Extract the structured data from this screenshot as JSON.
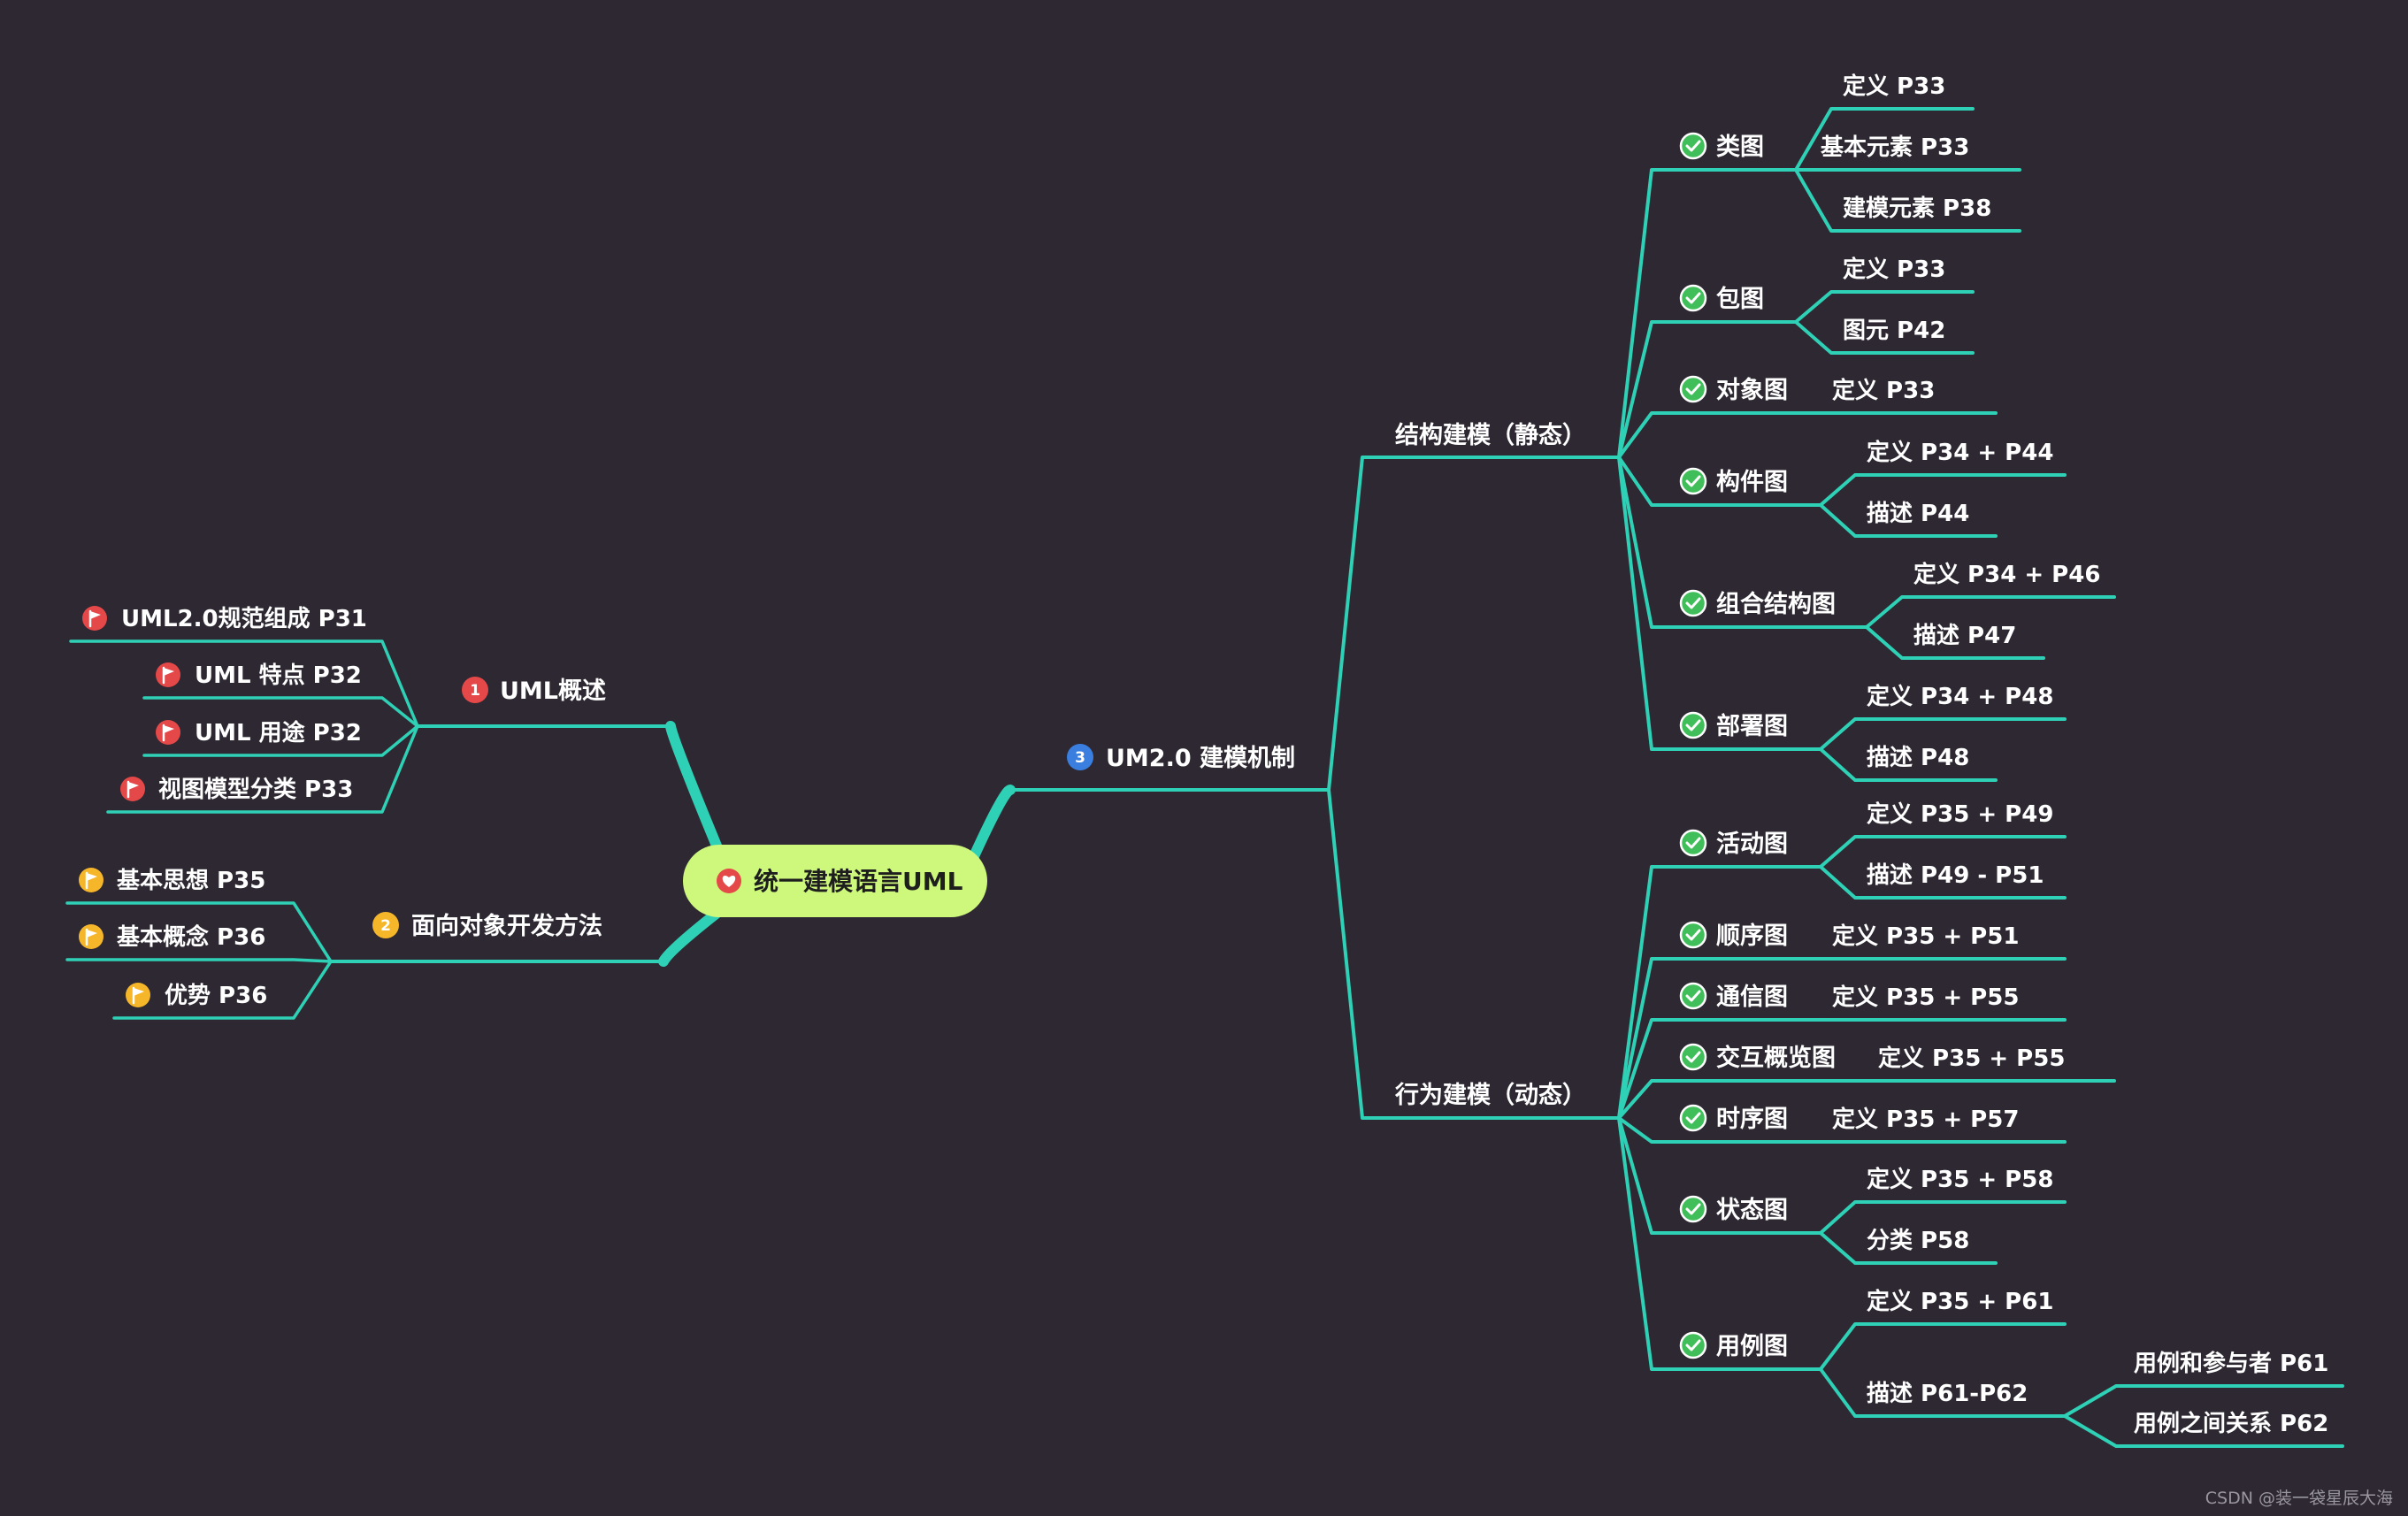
{
  "colors": {
    "background": "#2d2832",
    "line": "#2ed1b5",
    "root_fill": "#cdf87c",
    "text": "#ffffff",
    "check": "#3fbe59",
    "flag_red": "#e44848",
    "flag_yellow": "#f6b62a",
    "num_blue": "#3a7fe0"
  },
  "root": {
    "label": "统一建模语言UML",
    "icon": "heart-icon"
  },
  "left": [
    {
      "id": "b1",
      "label": "UML概述",
      "marker": "1",
      "marker_color": "flag_red",
      "children": [
        {
          "id": "l1",
          "label": "UML2.0规范组成 P31",
          "icon": "flag-icon",
          "icon_color": "flag_red"
        },
        {
          "id": "l2",
          "label": "UML 特点 P32",
          "icon": "flag-icon",
          "icon_color": "flag_red"
        },
        {
          "id": "l3",
          "label": "UML 用途 P32",
          "icon": "flag-icon",
          "icon_color": "flag_red"
        },
        {
          "id": "l4",
          "label": "视图模型分类 P33",
          "icon": "flag-icon",
          "icon_color": "flag_red"
        }
      ]
    },
    {
      "id": "b2",
      "label": "面向对象开发方法",
      "marker": "2",
      "marker_color": "flag_yellow",
      "children": [
        {
          "id": "l5",
          "label": "基本思想 P35",
          "icon": "flag-icon",
          "icon_color": "flag_yellow"
        },
        {
          "id": "l6",
          "label": "基本概念 P36",
          "icon": "flag-icon",
          "icon_color": "flag_yellow"
        },
        {
          "id": "l7",
          "label": "优势 P36",
          "icon": "flag-icon",
          "icon_color": "flag_yellow"
        }
      ]
    }
  ],
  "right": {
    "id": "b3",
    "label": "UM2.0 建模机制",
    "marker": "3",
    "marker_color": "num_blue",
    "children": [
      {
        "id": "s1",
        "label": "结构建模（静态）",
        "children": [
          {
            "id": "d1",
            "label": "类图",
            "children": [
              {
                "id": "e1",
                "label": "定义 P33"
              },
              {
                "id": "e2",
                "label": "基本元素 P33"
              },
              {
                "id": "e3",
                "label": "建模元素 P38"
              }
            ]
          },
          {
            "id": "d2",
            "label": "包图",
            "children": [
              {
                "id": "e4",
                "label": "定义 P33"
              },
              {
                "id": "e5",
                "label": "图元 P42"
              }
            ]
          },
          {
            "id": "d3",
            "label": "对象图",
            "children": [
              {
                "id": "e6",
                "label": "定义 P33"
              }
            ]
          },
          {
            "id": "d4",
            "label": "构件图",
            "children": [
              {
                "id": "e7",
                "label": "定义 P34 + P44"
              },
              {
                "id": "e8",
                "label": "描述 P44"
              }
            ]
          },
          {
            "id": "d5",
            "label": "组合结构图",
            "children": [
              {
                "id": "e9",
                "label": "定义 P34 + P46"
              },
              {
                "id": "e10",
                "label": "描述 P47"
              }
            ]
          },
          {
            "id": "d6",
            "label": "部署图",
            "children": [
              {
                "id": "e11",
                "label": "定义 P34 + P48"
              },
              {
                "id": "e12",
                "label": "描述 P48"
              }
            ]
          }
        ]
      },
      {
        "id": "s2",
        "label": "行为建模（动态）",
        "children": [
          {
            "id": "d7",
            "label": "活动图",
            "children": [
              {
                "id": "e13",
                "label": "定义 P35 + P49"
              },
              {
                "id": "e14",
                "label": "描述 P49 - P51"
              }
            ]
          },
          {
            "id": "d8",
            "label": "顺序图",
            "children": [
              {
                "id": "e15",
                "label": "定义 P35 + P51"
              }
            ]
          },
          {
            "id": "d9",
            "label": "通信图",
            "children": [
              {
                "id": "e16",
                "label": "定义 P35 + P55"
              }
            ]
          },
          {
            "id": "d10",
            "label": "交互概览图",
            "children": [
              {
                "id": "e17",
                "label": "定义 P35 + P55"
              }
            ]
          },
          {
            "id": "d11",
            "label": "时序图",
            "children": [
              {
                "id": "e18",
                "label": "定义 P35 + P57"
              }
            ]
          },
          {
            "id": "d12",
            "label": "状态图",
            "children": [
              {
                "id": "e19",
                "label": "定义 P35 + P58"
              },
              {
                "id": "e20",
                "label": "分类 P58"
              }
            ]
          },
          {
            "id": "d13",
            "label": "用例图",
            "children": [
              {
                "id": "e21",
                "label": "定义 P35 + P61"
              },
              {
                "id": "e22",
                "label": "描述 P61-P62",
                "children": [
                  {
                    "id": "f1",
                    "label": "用例和参与者  P61"
                  },
                  {
                    "id": "f2",
                    "label": "用例之间关系 P62"
                  }
                ]
              }
            ]
          }
        ]
      }
    ]
  },
  "watermark": "CSDN @装一袋星辰大海"
}
